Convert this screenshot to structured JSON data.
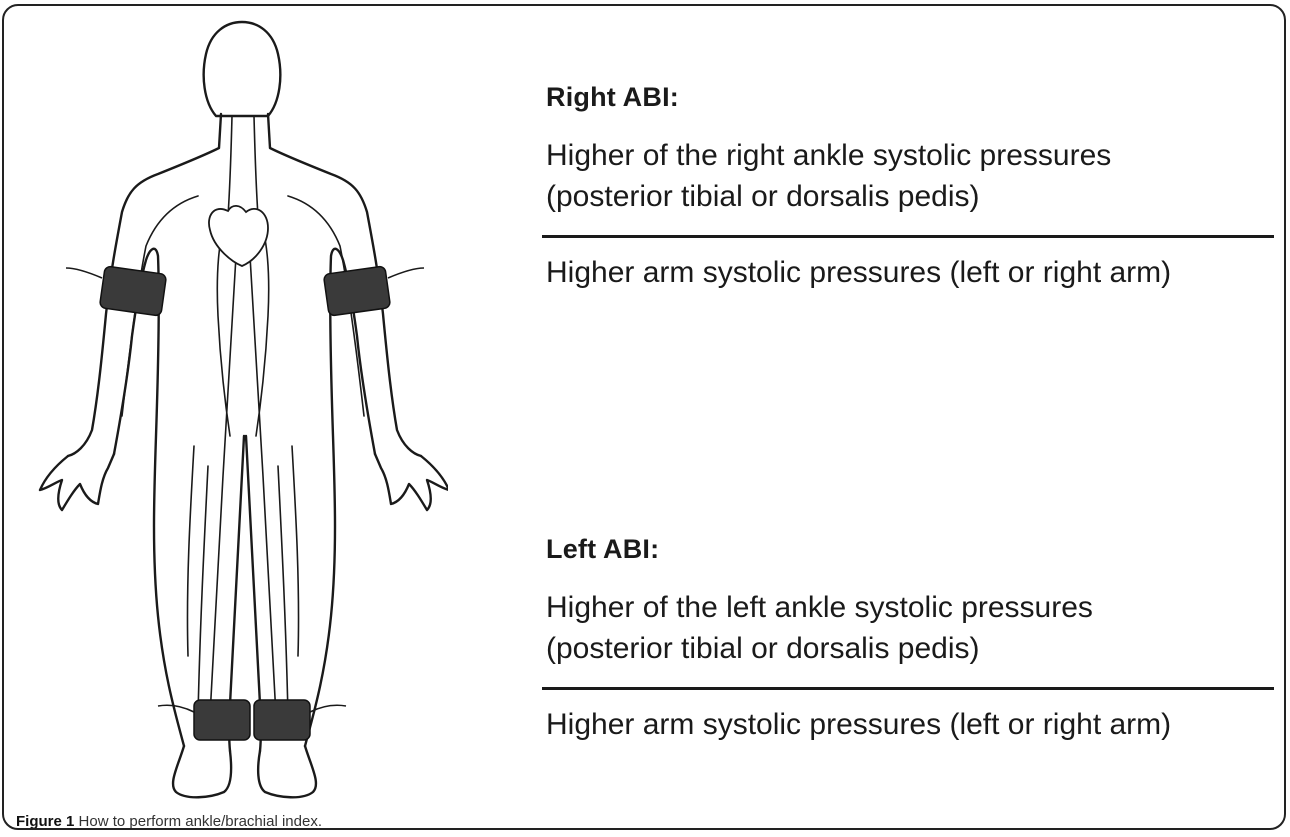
{
  "figure": {
    "caption_label": "Figure 1",
    "caption_text": "How to perform ankle/brachial index."
  },
  "illustration": {
    "icon": "human-body-circulation-icon",
    "cuffs": [
      "right-arm-cuff-icon",
      "left-arm-cuff-icon",
      "right-ankle-cuff-icon",
      "left-ankle-cuff-icon"
    ]
  },
  "right_abi": {
    "title": "Right ABI:",
    "numerator_line1": "Higher of the right ankle systolic pressures",
    "numerator_line2": "(posterior tibial or dorsalis pedis)",
    "denominator": "Higher arm systolic pressures (left or right arm)"
  },
  "left_abi": {
    "title": "Left ABI:",
    "numerator_line1": "Higher of the left ankle systolic pressures",
    "numerator_line2": "(posterior tibial or dorsalis pedis)",
    "denominator": "Higher arm systolic pressures (left or right arm)"
  },
  "colors": {
    "line": "#1a1a1a",
    "cuff_fill": "#3a3a3a",
    "frame": "#222222"
  }
}
